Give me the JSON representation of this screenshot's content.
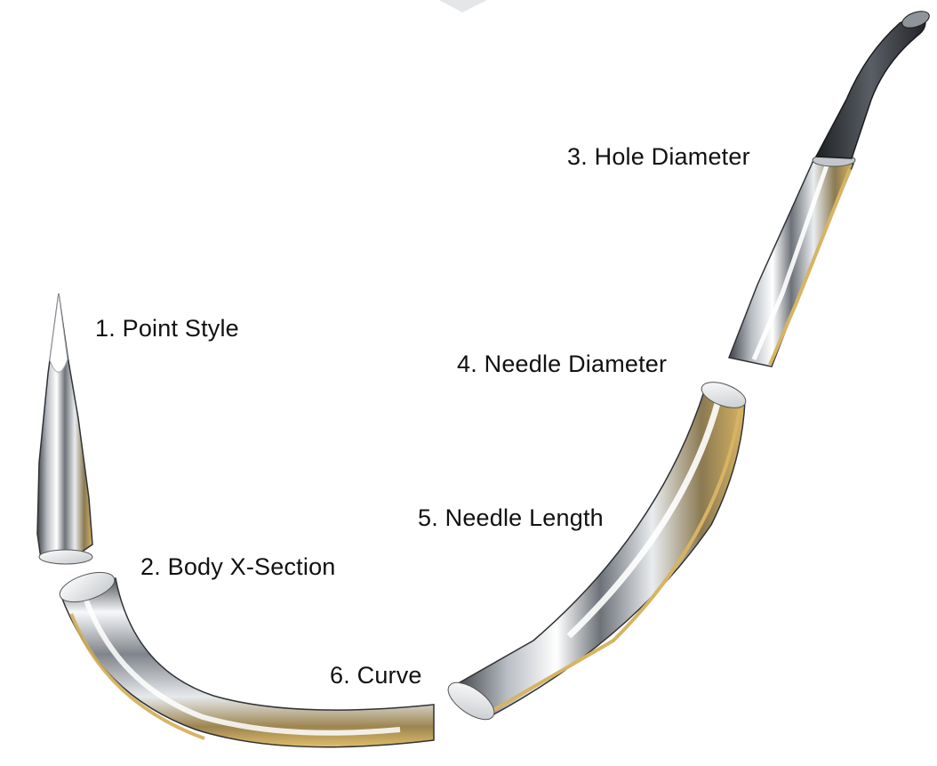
{
  "labels": {
    "point_style": "1.  Point Style",
    "body_x_section": "2.  Body X-Section",
    "hole_diameter": "3.  Hole Diameter",
    "needle_diameter": "4.  Needle Diameter",
    "needle_length": "5.  Needle Length",
    "curve": "6.  Curve"
  },
  "colors": {
    "steel_dark": "#5e6268",
    "steel_light": "#f4f6f8",
    "gold_edge": "#c9a24a",
    "swage_black": "#2f3236",
    "label_text": "#111111"
  }
}
